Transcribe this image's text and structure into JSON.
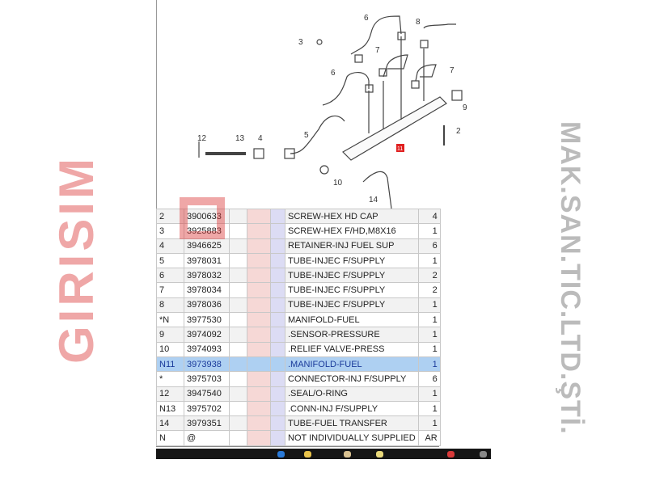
{
  "diagram": {
    "callouts": [
      "6",
      "8",
      "3",
      "7",
      "7",
      "6",
      "9",
      "2",
      "5",
      "12",
      "13",
      "4",
      "10",
      "14",
      "11"
    ],
    "highlight_color": "#e02020"
  },
  "watermark": {
    "line1": "GIRISIM",
    "line2": "MAK.SAN.TIC.LTD.ŞTİ."
  },
  "parts_table": {
    "rows": [
      {
        "ref": "2",
        "part": "3900633",
        "desc": "SCREW-HEX HD CAP",
        "qty": "4"
      },
      {
        "ref": "3",
        "part": "3925883",
        "desc": "SCREW-HEX F/HD,M8X16",
        "qty": "1"
      },
      {
        "ref": "4",
        "part": "3946625",
        "desc": "RETAINER-INJ FUEL SUP",
        "qty": "6"
      },
      {
        "ref": "5",
        "part": "3978031",
        "desc": "TUBE-INJEC F/SUPPLY",
        "qty": "1"
      },
      {
        "ref": "6",
        "part": "3978032",
        "desc": "TUBE-INJEC F/SUPPLY",
        "qty": "2"
      },
      {
        "ref": "7",
        "part": "3978034",
        "desc": "TUBE-INJEC F/SUPPLY",
        "qty": "2"
      },
      {
        "ref": "8",
        "part": "3978036",
        "desc": "TUBE-INJEC F/SUPPLY",
        "qty": "1"
      },
      {
        "ref": "*N",
        "part": "3977530",
        "desc": "MANIFOLD-FUEL",
        "qty": "1"
      },
      {
        "ref": "9",
        "part": "3974092",
        "desc": ".SENSOR-PRESSURE",
        "qty": "1"
      },
      {
        "ref": "10",
        "part": "3974093",
        "desc": ".RELIEF VALVE-PRESS",
        "qty": "1"
      },
      {
        "ref": "N11",
        "part": "3973938",
        "desc": ".MANIFOLD-FUEL",
        "qty": "1"
      },
      {
        "ref": "*",
        "part": "3975703",
        "desc": "CONNECTOR-INJ F/SUPPLY",
        "qty": "6"
      },
      {
        "ref": "12",
        "part": "3947540",
        "desc": ".SEAL/O-RING",
        "qty": "1"
      },
      {
        "ref": "N13",
        "part": "3975702",
        "desc": ".CONN-INJ F/SUPPLY",
        "qty": "1"
      },
      {
        "ref": "14",
        "part": "3979351",
        "desc": "TUBE-FUEL TRANSFER",
        "qty": "1"
      },
      {
        "ref": "N",
        "part": "@",
        "desc": "NOT INDIVIDUALLY SUPPLIED",
        "qty": "AR"
      }
    ],
    "selected_row": "N11",
    "selected_color": "#aed0f2"
  }
}
